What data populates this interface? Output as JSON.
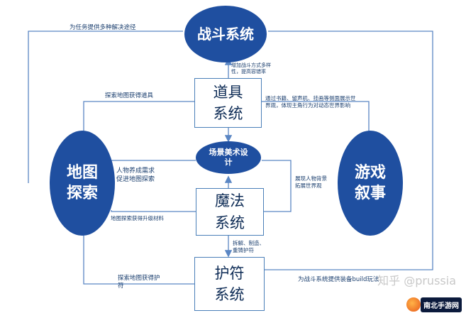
{
  "nodes": {
    "battle": "战斗系统",
    "items": "道具\n系统",
    "scene_art": "场景美术设\n计",
    "map": "地图\n探索",
    "story": "游戏\n叙事",
    "magic": "魔法\n系统",
    "charm": "护符\n系统"
  },
  "labels": {
    "top_left": "为任务提供多种解决途径",
    "battle_items": "增加战斗方式多样\n性，提高容错率",
    "items_story": "通过书籍、留声机、挂画等侧面展示世\n界观，体现主角行为对动态世界影响",
    "map_items": "探索地图获得道具",
    "map_scene": "人物养成需求\n促进地图探索",
    "scene_story": "展现人物背景\n拓展世界观",
    "map_magic": "地图探索获得升级材料",
    "magic_charm": "拆解、制造、\n重铸护符",
    "map_charm": "探索地图获得护\n符",
    "charm_battle": "为战斗系统提供装备build玩法"
  },
  "watermark": "知乎 @prussia",
  "logo": "南北手游网",
  "colors": {
    "ellipse": "#1f4fa0",
    "line": "#5a86c4",
    "box_border": "#4a7fb8",
    "text": "#1a3e6e"
  }
}
